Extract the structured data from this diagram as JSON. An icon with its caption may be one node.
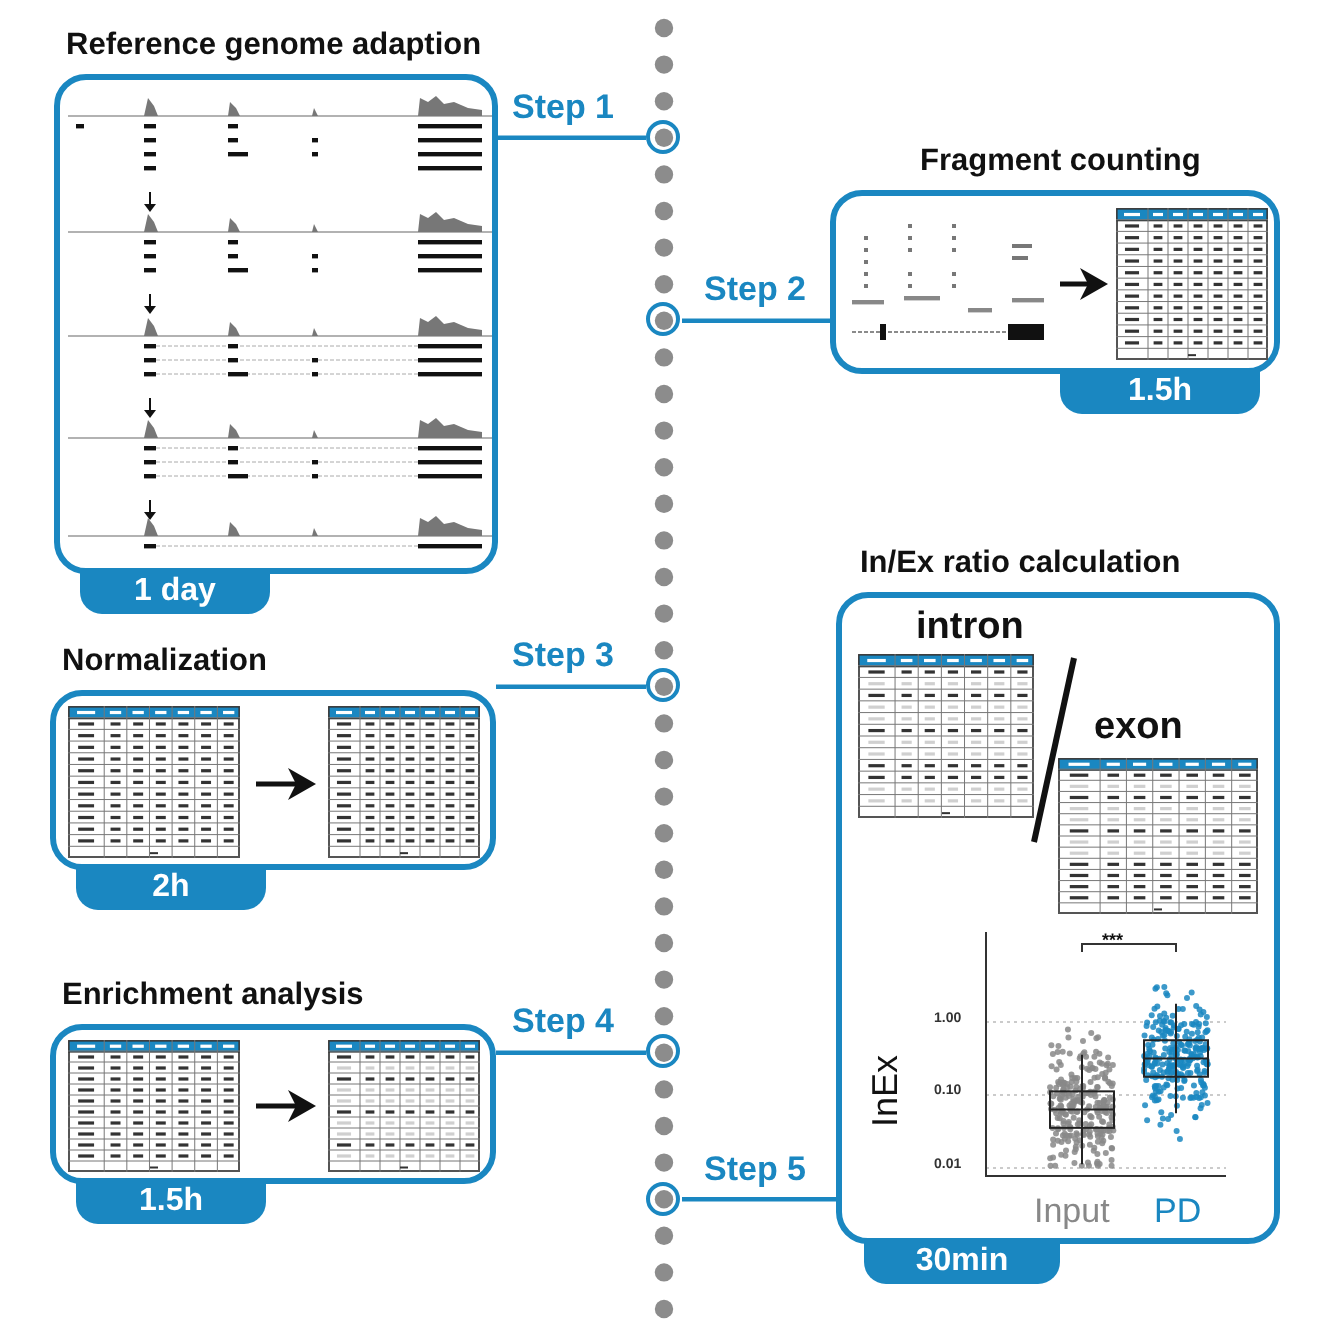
{
  "diagram": {
    "nodes": [
      {
        "text": [
          "Reference genome adaption"
        ],
        "beside": [
          "1 day"
        ]
      },
      {
        "text": [],
        "shape": "circle"
      },
      {
        "text": [
          "Fragment counting"
        ],
        "beside": [
          "1.5h"
        ]
      },
      {
        "text": [],
        "shape": "circle"
      },
      {
        "text": [
          "Normalization"
        ],
        "beside": [
          "2h"
        ]
      },
      {
        "text": [],
        "shape": "circle"
      },
      {
        "text": [
          "Enrichment analysis"
        ],
        "beside": [
          "1.5h"
        ]
      },
      {
        "text": [],
        "shape": "circle"
      },
      {
        "text": [
          "In/Ex ratio calculation"
        ],
        "beside": [
          "30min"
        ]
      },
      {
        "text": [],
        "shape": "circle"
      }
    ],
    "edges": [
      {
        "from": 0,
        "to": 1,
        "arrow": "none",
        "label": "Step 1"
      },
      {
        "from": 2,
        "to": 3,
        "arrow": "none",
        "label": "Step 2"
      },
      {
        "from": 4,
        "to": 5,
        "arrow": "none",
        "label": "Step 3"
      },
      {
        "from": 6,
        "to": 7,
        "arrow": "none",
        "label": "Step 4"
      },
      {
        "from": 8,
        "to": 9,
        "arrow": "none",
        "label": "Step 5"
      }
    ],
    "labels": [
      "intron",
      "exon",
      "***",
      "1.00",
      "0.10",
      "0.01",
      "InEx",
      "Input",
      "PD"
    ]
  }
}
